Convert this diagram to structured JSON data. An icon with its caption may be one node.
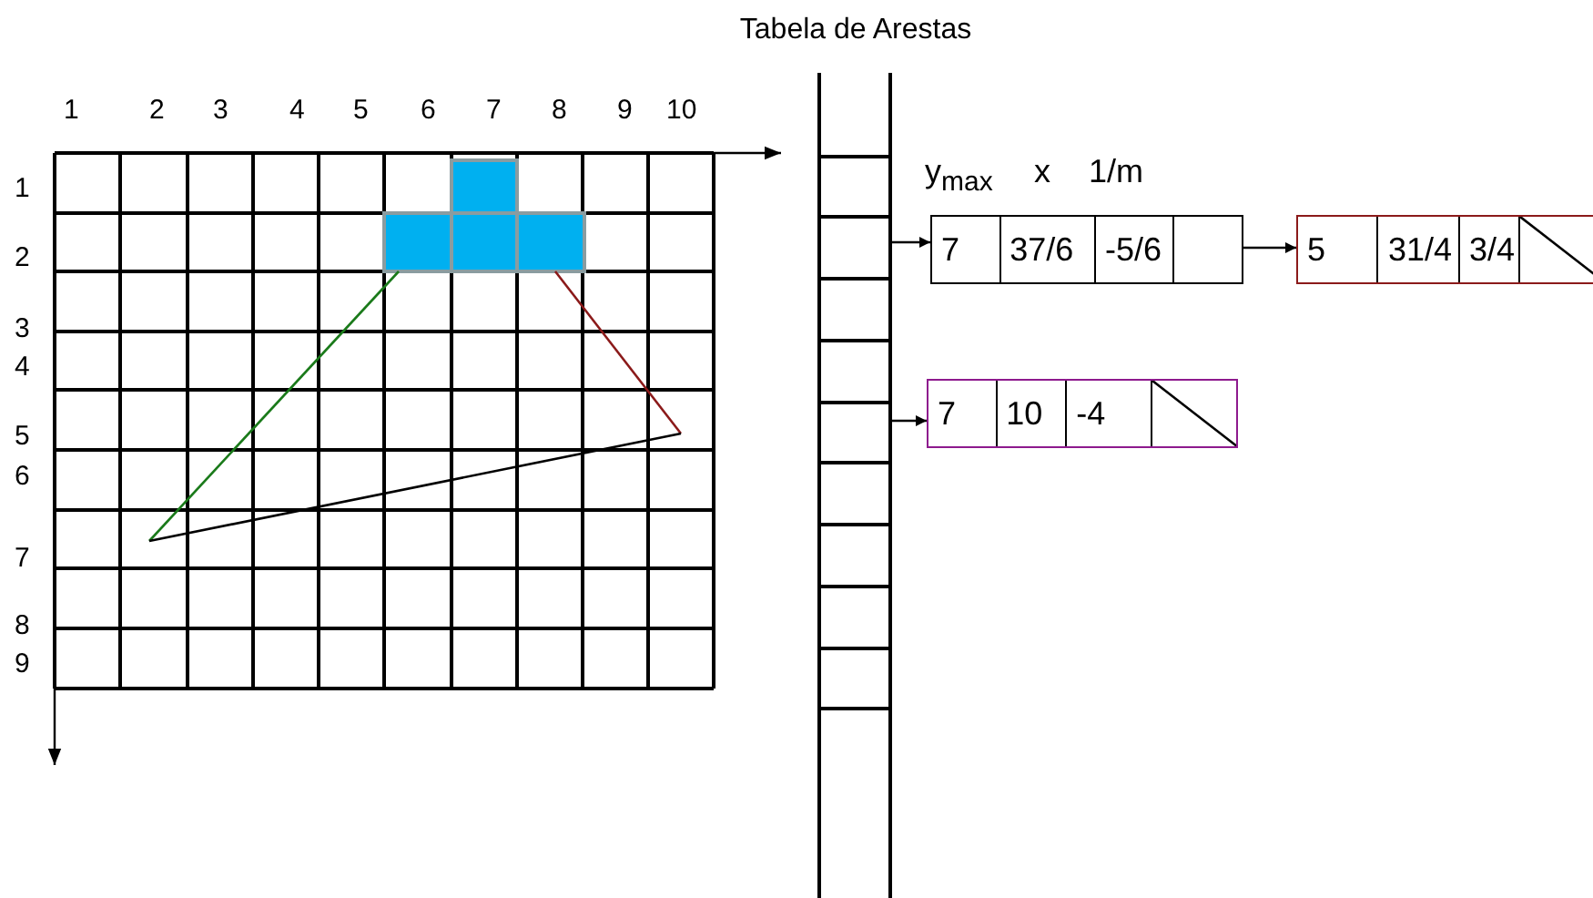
{
  "diagram": {
    "nodes": [
      {
        "text": [
          "Tabela de Arestas"
        ]
      },
      {
        "text": [],
        "shape": "box",
        "in": 0
      },
      {
        "text": [],
        "shape": "box",
        "in": 0
      },
      {
        "text": [],
        "shape": "box",
        "in": 0
      },
      {
        "text": [],
        "shape": "box",
        "in": 0
      },
      {
        "text": [],
        "shape": "box",
        "in": 0
      },
      {
        "text": [],
        "shape": "box",
        "in": 0
      },
      {
        "text": [],
        "shape": "box",
        "in": 0
      },
      {
        "text": [],
        "shape": "box",
        "in": 0
      },
      {
        "text": [],
        "shape": "box",
        "in": 0
      },
      {
        "text": [],
        "shape": "box",
        "in": 0
      },
      {
        "text": [],
        "shape": "box",
        "in": 0
      },
      {
        "text": [
          "7",
          "37/6",
          "-5/6"
        ]
      },
      {
        "text": [
          "5",
          "31/4",
          "3/4"
        ]
      },
      {
        "text": [
          "7",
          "10",
          "-4"
        ]
      }
    ],
    "edges": [
      {
        "from": 3,
        "to": 12,
        "arrow": "to"
      },
      {
        "from": 12,
        "to": 13,
        "arrow": "to"
      },
      {
        "from": 6,
        "to": 14,
        "arrow": "to"
      }
    ],
    "labels": [
      "1",
      "2",
      "3",
      "4",
      "5",
      "6",
      "7",
      "8",
      "9",
      "10",
      "1",
      "2",
      "3",
      "4",
      "5",
      "6",
      "7",
      "8",
      "9",
      "y$_{max}$",
      "x",
      "1/m"
    ]
  }
}
